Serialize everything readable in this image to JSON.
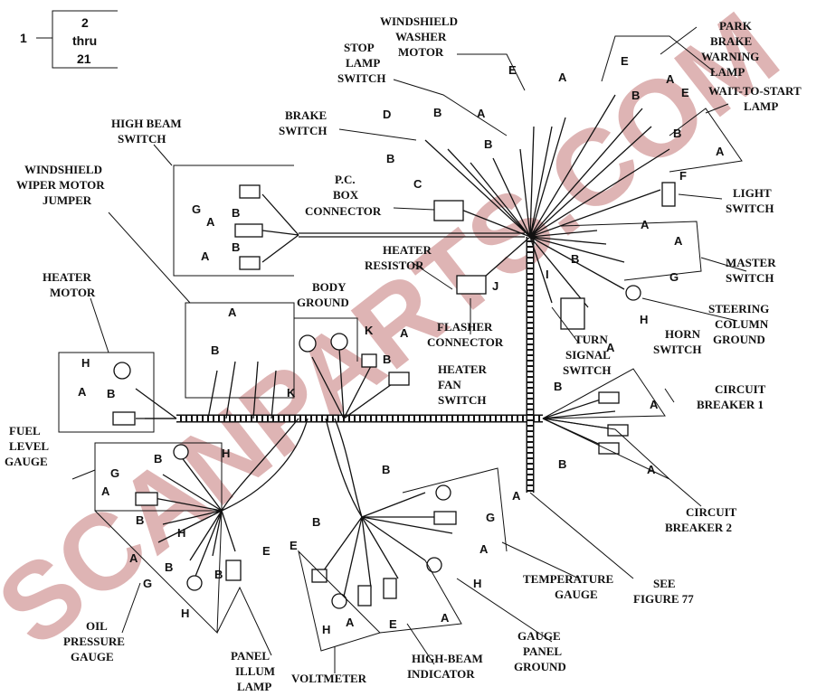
{
  "legend": {
    "index": "1",
    "line1": "2",
    "line2": "thru",
    "line3": "21"
  },
  "labels": {
    "windshield_washer_motor": [
      "WINDSHIELD",
      "WASHER",
      "MOTOR"
    ],
    "stop_lamp_switch": [
      "STOP",
      "LAMP",
      "SWITCH"
    ],
    "park_brake_warning_lamp": [
      "PARK",
      "BRAKE",
      "WARNING",
      "LAMP"
    ],
    "wait_to_start_lamp": [
      "WAIT-TO-START",
      "LAMP"
    ],
    "high_beam_switch": [
      "HIGH BEAM",
      "SWITCH"
    ],
    "brake_switch": [
      "BRAKE",
      "SWITCH"
    ],
    "wiper_motor_jumper": [
      "WINDSHIELD",
      "WIPER MOTOR",
      "JUMPER"
    ],
    "pc_box_connector": [
      "P.C.",
      "BOX",
      "CONNECTOR"
    ],
    "light_switch": [
      "LIGHT",
      "SWITCH"
    ],
    "heater_resistor": [
      "HEATER",
      "RESISTOR"
    ],
    "master_switch": [
      "MASTER",
      "SWITCH"
    ],
    "heater_motor": [
      "HEATER",
      "MOTOR"
    ],
    "body_ground": [
      "BODY",
      "GROUND"
    ],
    "steering_column_ground": [
      "STEERING",
      "COLUMN",
      "GROUND"
    ],
    "flasher_connector": [
      "FLASHER",
      "CONNECTOR"
    ],
    "turn_signal_switch": [
      "TURN",
      "SIGNAL",
      "SWITCH"
    ],
    "horn_switch": [
      "HORN",
      "SWITCH"
    ],
    "heater_fan_switch": [
      "HEATER",
      "FAN",
      "SWITCH"
    ],
    "circuit_breaker_1": [
      "CIRCUIT",
      "BREAKER 1"
    ],
    "fuel_level_gauge": [
      "FUEL",
      "LEVEL",
      "GAUGE"
    ],
    "circuit_breaker_2": [
      "CIRCUIT",
      "BREAKER 2"
    ],
    "temperature_gauge": [
      "TEMPERATURE",
      "GAUGE"
    ],
    "see_figure": [
      "SEE",
      "FIGURE 77"
    ],
    "oil_pressure_gauge": [
      "OIL",
      "PRESSURE",
      "GAUGE"
    ],
    "panel_illum_lamp": [
      "PANEL",
      "ILLUM",
      "LAMP"
    ],
    "voltmeter": [
      "VOLTMETER"
    ],
    "high_beam_indicator": [
      "HIGH-BEAM",
      "INDICATOR"
    ],
    "gauge_panel_ground": [
      "GAUGE",
      "PANEL",
      "GROUND"
    ]
  },
  "callouts": [
    "E",
    "A",
    "E",
    "A",
    "B",
    "E",
    "B",
    "A",
    "D",
    "B",
    "A",
    "B",
    "B",
    "C",
    "F",
    "A",
    "B",
    "G",
    "I",
    "J",
    "H",
    "A",
    "K",
    "A",
    "B",
    "K",
    "A",
    "G",
    "B",
    "A",
    "B",
    "H",
    "A",
    "B",
    "H",
    "A",
    "B",
    "A",
    "B",
    "A",
    "B",
    "G",
    "B",
    "A",
    "B",
    "H",
    "G",
    "A",
    "H",
    "A",
    "B",
    "E",
    "B",
    "E",
    "H",
    "A",
    "E",
    "A",
    "B",
    "A",
    "G",
    "B",
    "H",
    "A"
  ],
  "watermark": "SCANPARTS.COM"
}
